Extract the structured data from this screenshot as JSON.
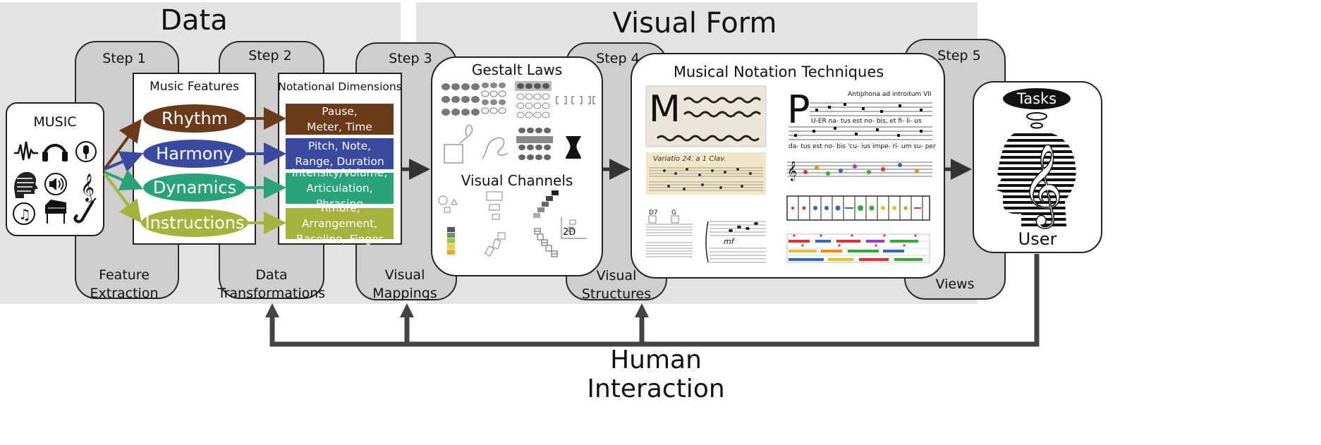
{
  "headings": {
    "data": "Data",
    "visual_form": "Visual Form",
    "human_interaction": "Human Interaction"
  },
  "steps": [
    {
      "label": "Step 1",
      "footer": [
        "Feature",
        "Extraction"
      ]
    },
    {
      "label": "Step 2",
      "footer": [
        "Data",
        "Transformations"
      ]
    },
    {
      "label": "Step 3",
      "footer": [
        "Visual",
        "Mappings"
      ]
    },
    {
      "label": "Step 4",
      "footer": [
        "Visual",
        "Structures"
      ]
    },
    {
      "label": "Step 5",
      "footer": [
        "Views"
      ]
    }
  ],
  "music": {
    "title": "MUSIC",
    "icons": [
      "waveform-icon",
      "headphones-icon",
      "microphone-icon",
      "head-profile-icon",
      "speaker-icon",
      "treble-clef-icon",
      "music-note-icon",
      "piano-icon",
      "saxophone-icon"
    ]
  },
  "features": {
    "title": "Music Features",
    "items": [
      {
        "label": "Rhythm",
        "color": "#6b3a1a"
      },
      {
        "label": "Harmony",
        "color": "#3a4aa0"
      },
      {
        "label": "Dynamics",
        "color": "#2aa27a"
      },
      {
        "label": "Instructions",
        "color": "#a4b23e"
      }
    ]
  },
  "dimensions": {
    "title": "Notational Dimensions",
    "items": [
      {
        "lines": [
          "Tempo, Beat, Pause,",
          "Meter, Time Signature"
        ],
        "color": "#6b3a1a"
      },
      {
        "lines": [
          "Pitch, Note,",
          "Range, Duration"
        ],
        "color": "#3a4aa0"
      },
      {
        "lines": [
          "Intensity/Volume,",
          "Articulation, Phrasing"
        ],
        "color": "#2aa27a"
      },
      {
        "lines": [
          "Timbre, Arrangement,",
          "Baseline, Finger"
        ],
        "color": "#a4b23e"
      }
    ]
  },
  "mappings": {
    "gestalt_title": "Gestalt Laws",
    "channels_title": "Visual Channels",
    "channel_2d": "2D"
  },
  "notation": {
    "title": "Musical Notation Techniques",
    "chant_title": "Antiphona ad introitum VII",
    "chant_letter": "P",
    "chant_syllables_1": "U-ER  na-  tus  est  no-  bis,  et  fi-  li-  us",
    "chant_syllables_2": "da- tus est no- bis  'cu- ius impe-  ri-  um  su- per",
    "variatio_text": "Variatio 24. a 1 Clav.",
    "chord_1": "D7",
    "chord_2": "G",
    "dynamic_mark": "mf"
  },
  "user": {
    "tasks": "Tasks",
    "label": "User"
  },
  "colors": {
    "panel": "#e4e2e2",
    "step": "#cfcdcd",
    "arrow": "#333333"
  }
}
